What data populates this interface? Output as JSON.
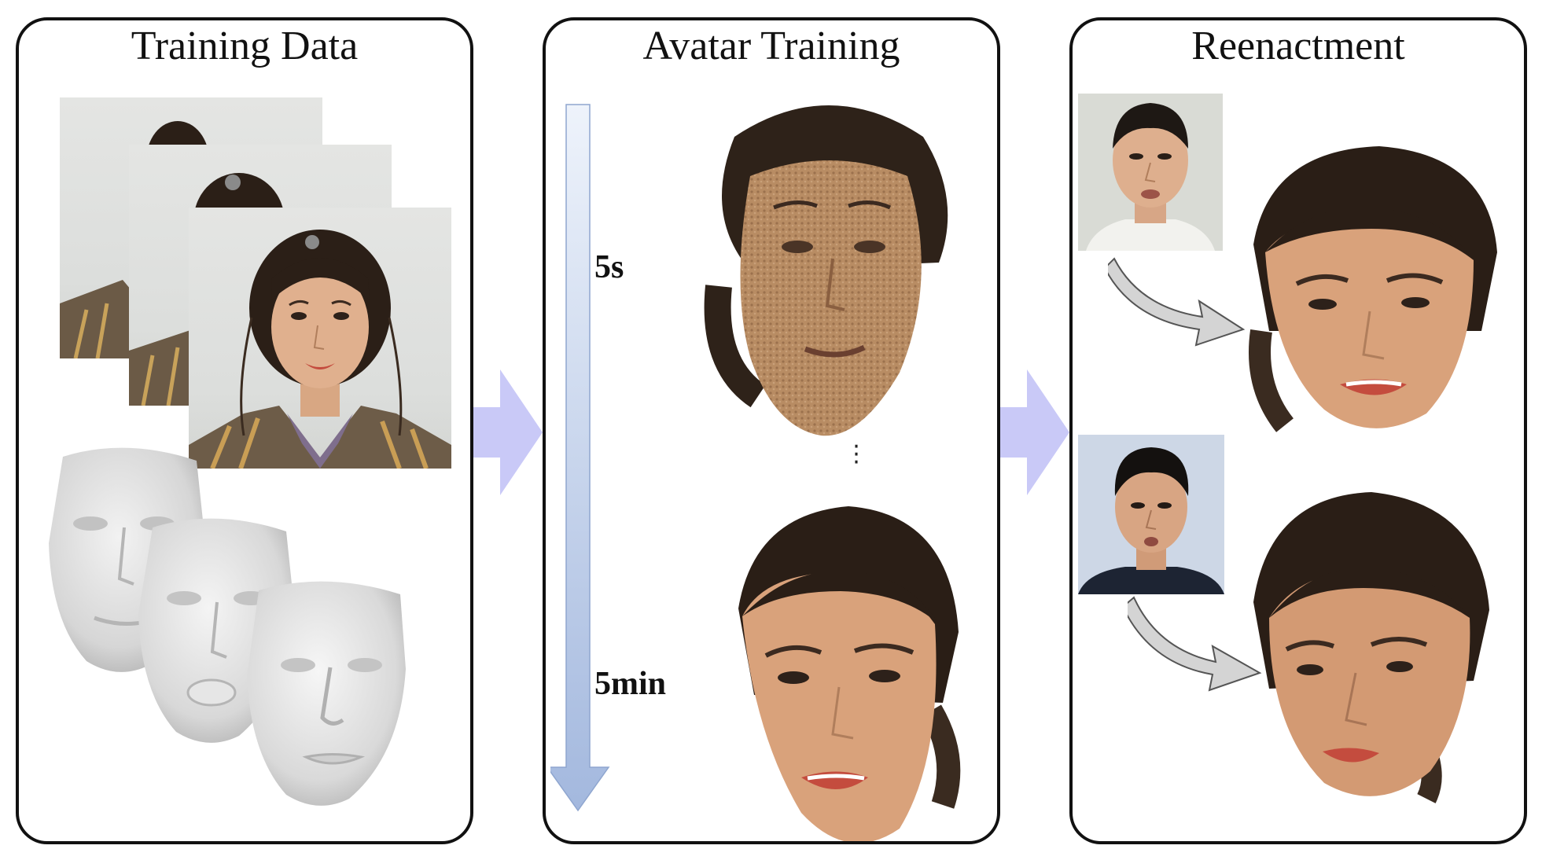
{
  "panels": {
    "training_data": {
      "title": "Training Data"
    },
    "avatar_training": {
      "title": "Avatar Training",
      "time_start": "5s",
      "time_end": "5min"
    },
    "reenactment": {
      "title": "Reenactment"
    }
  },
  "colors": {
    "flow_arrow": "#c9c9f7",
    "time_arrow_top": "#eef3fb",
    "time_arrow_bottom": "#a3b8de",
    "curve_arrow": "#d4d4d4",
    "border": "#111111"
  },
  "icons": {
    "flow_arrow": "block-arrow-right-icon",
    "time_arrow": "arrow-down-icon",
    "curve_arrow": "curved-arrow-icon"
  }
}
